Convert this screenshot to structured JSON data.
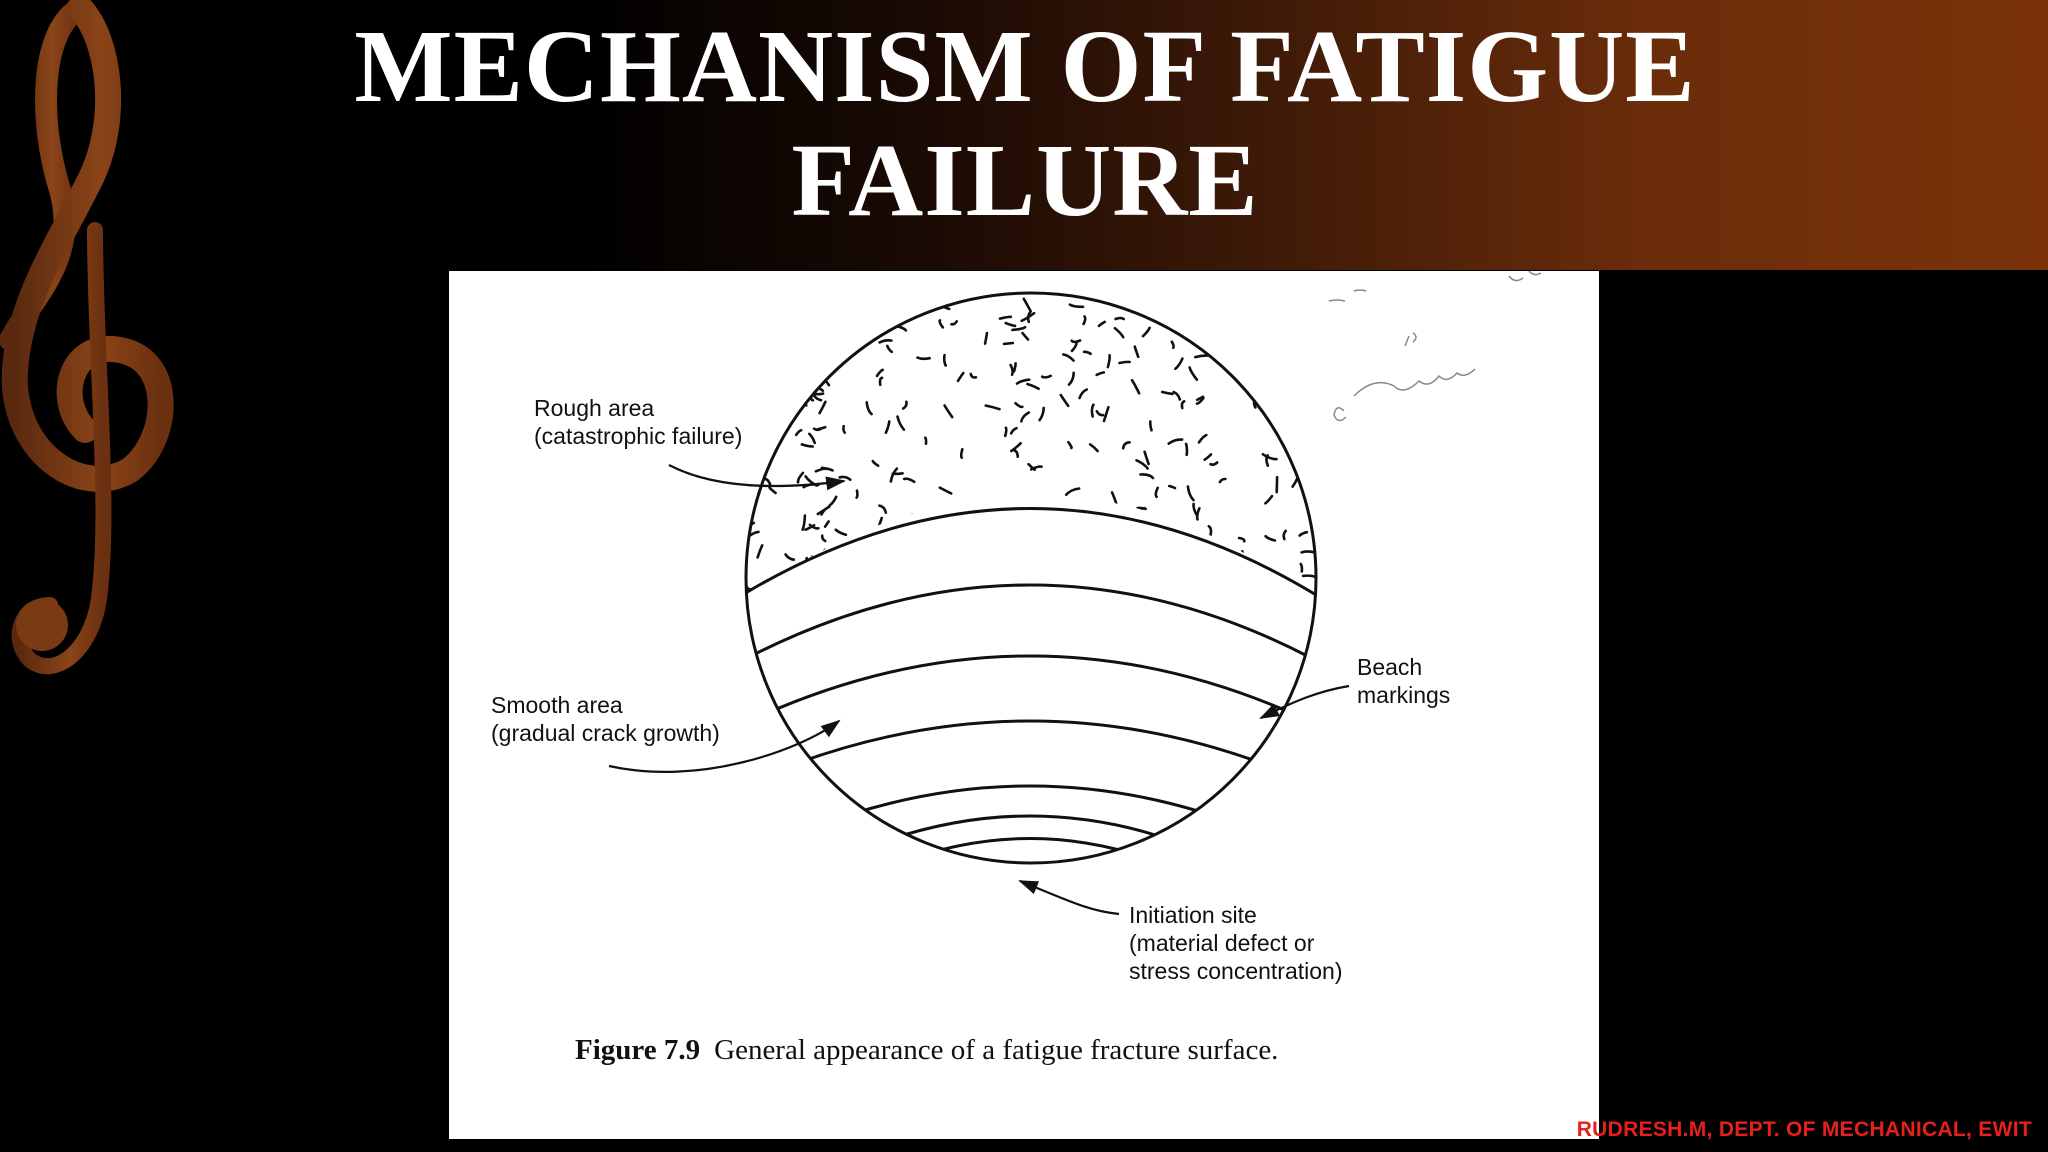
{
  "slide": {
    "title_line1": "MECHANISM OF FATIGUE",
    "title_line2": "FAILURE",
    "footer": "RUDRESH.M, DEPT. OF MECHANICAL, EWIT"
  },
  "figure": {
    "labels": {
      "rough_1": "Rough area",
      "rough_2": "(catastrophic failure)",
      "smooth_1": "Smooth area",
      "smooth_2": "(gradual crack growth)",
      "beach_1": "Beach",
      "beach_2": "markings",
      "init_1": "Initiation site",
      "init_2": "(material defect or",
      "init_3": "stress concentration)"
    },
    "caption_number": "Figure 7.9",
    "caption_text": "General appearance of a fatigue fracture surface."
  },
  "colors": {
    "footer": "#e8201a",
    "clef": "#7a3a14",
    "header_gradient_end": "#7a3309"
  },
  "icons": {
    "decoration": "treble-clef-icon"
  }
}
